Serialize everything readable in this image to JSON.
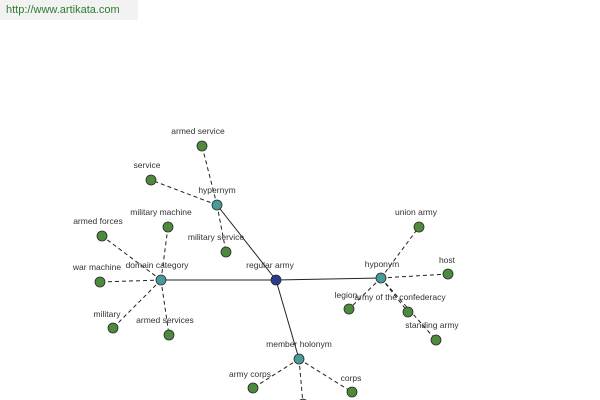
{
  "header": {
    "url": "http://www.artikata.com"
  },
  "graph": {
    "colors": {
      "center": "#2b3a8c",
      "relation": "#4a9a9a",
      "leaf": "#4e8a3e",
      "edge": "#222222"
    },
    "center": {
      "id": "regular-army",
      "label": "regular army"
    },
    "relations": [
      {
        "id": "hypernym",
        "label": "hypernym",
        "leaves": [
          {
            "id": "armed-service",
            "label": "armed service"
          },
          {
            "id": "service",
            "label": "service"
          },
          {
            "id": "military-service",
            "label": "military service"
          }
        ]
      },
      {
        "id": "domain-category",
        "label": "domain category",
        "leaves": [
          {
            "id": "armed-forces",
            "label": "armed forces"
          },
          {
            "id": "military-machine",
            "label": "military machine"
          },
          {
            "id": "war-machine",
            "label": "war machine"
          },
          {
            "id": "military",
            "label": "military"
          },
          {
            "id": "armed-services",
            "label": "armed services"
          }
        ]
      },
      {
        "id": "hyponym",
        "label": "hyponym",
        "leaves": [
          {
            "id": "union-army",
            "label": "union army"
          },
          {
            "id": "host",
            "label": "host"
          },
          {
            "id": "legion",
            "label": "legion"
          },
          {
            "id": "army-of-the-confederacy",
            "label": "army of the confederacy"
          },
          {
            "id": "standing-army",
            "label": "standing army"
          }
        ]
      },
      {
        "id": "member-holonym",
        "label": "member holonym",
        "leaves": [
          {
            "id": "army-corps",
            "label": "army corps"
          },
          {
            "id": "corps",
            "label": "corps"
          },
          {
            "id": "unlabeled-node",
            "label": ""
          }
        ]
      }
    ]
  }
}
